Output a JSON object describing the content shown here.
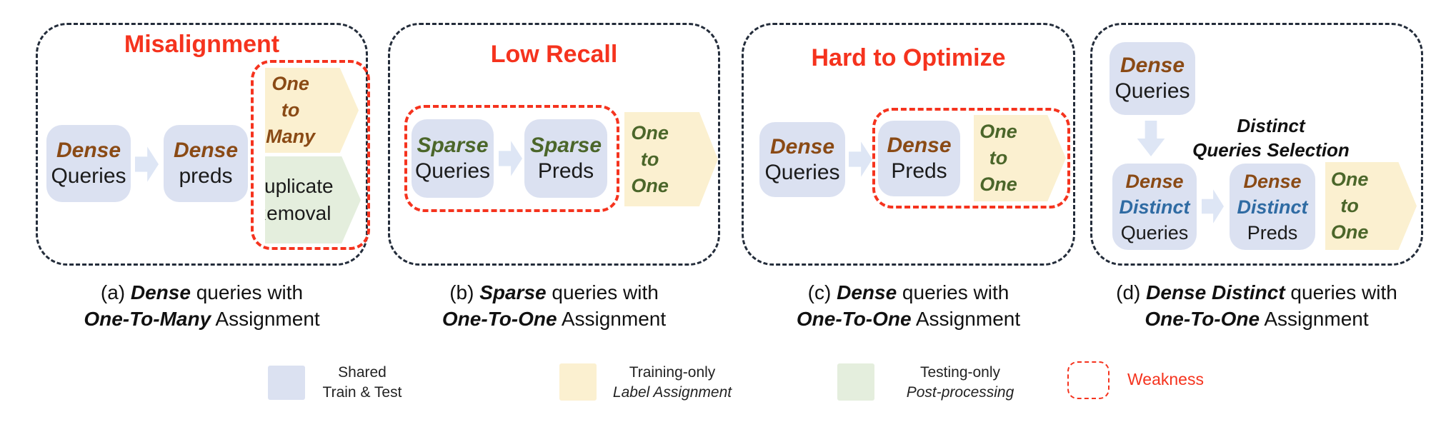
{
  "colors": {
    "red_accent": "#f5331e",
    "panel_border": "#232c3a",
    "shared_box_fill": "#dbe1f1",
    "arrow_fill": "#dee6f5",
    "training_fill": "#fbf0d0",
    "testing_fill": "#e4eedd",
    "dense_text": "#8a4a15",
    "sparse_text": "#4b662a",
    "distinct_text": "#2f6ba3"
  },
  "panel_a": {
    "title": "Misalignment",
    "query_box": {
      "line1": "Dense",
      "line2": "Queries"
    },
    "pred_box": {
      "line1": "Dense",
      "line2": "preds"
    },
    "assignment": {
      "line1": "One",
      "line2": "to",
      "line3": "Many"
    },
    "postprocess": {
      "line1": "Duplicate",
      "line2": "Removal"
    },
    "caption": {
      "pre": "(a) ",
      "em1": "Dense",
      "mid": " queries with",
      "em2": "One-To-Many",
      "post": " Assignment"
    }
  },
  "panel_b": {
    "title": "Low Recall",
    "query_box": {
      "line1": "Sparse",
      "line2": "Queries"
    },
    "pred_box": {
      "line1": "Sparse",
      "line2": "Preds"
    },
    "assignment": {
      "line1": "One",
      "line2": "to",
      "line3": "One"
    },
    "caption": {
      "pre": "(b) ",
      "em1": "Sparse",
      "mid": " queries with",
      "em2": "One-To-One",
      "post": " Assignment"
    }
  },
  "panel_c": {
    "title": "Hard to Optimize",
    "query_box": {
      "line1": "Dense",
      "line2": "Queries"
    },
    "pred_box": {
      "line1": "Dense",
      "line2": "Preds"
    },
    "assignment": {
      "line1": "One",
      "line2": "to",
      "line3": "One"
    },
    "caption": {
      "pre": "(c) ",
      "em1": "Dense",
      "mid": " queries with",
      "em2": "One-To-One",
      "post": " Assignment"
    }
  },
  "panel_d": {
    "top_query_box": {
      "line1": "Dense",
      "line2": "Queries"
    },
    "selection_label": {
      "line1": "Distinct",
      "line2": "Queries Selection"
    },
    "query_box": {
      "line1": "Dense",
      "line2": "Distinct",
      "line3": "Queries"
    },
    "pred_box": {
      "line1": "Dense",
      "line2": "Distinct",
      "line3": "Preds"
    },
    "assignment": {
      "line1": "One",
      "line2": "to",
      "line3": "One"
    },
    "caption": {
      "pre": "(d) ",
      "em1": "Dense Distinct",
      "mid": " queries with",
      "em2": "One-To-One",
      "post": " Assignment"
    }
  },
  "legend": {
    "shared": {
      "line1": "Shared",
      "line2": "Train & Test"
    },
    "training": {
      "line1": "Training-only",
      "line2": "Label Assignment"
    },
    "testing": {
      "line1": "Testing-only",
      "line2": "Post-processing"
    },
    "weakness": "Weakness"
  }
}
